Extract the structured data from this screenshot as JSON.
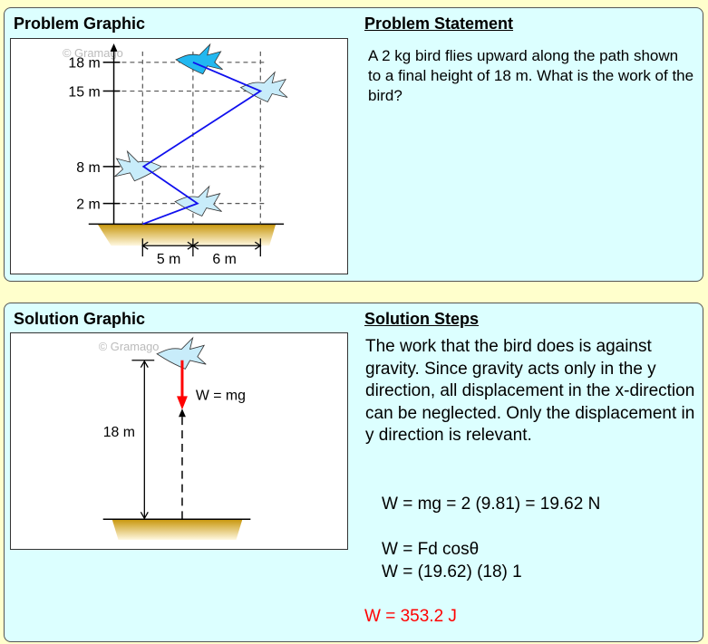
{
  "problem": {
    "graphic_title": "Problem Graphic",
    "statement_title": "Problem Statement",
    "statement": "A 2 kg bird flies upward along the path shown to a final height of 18 m. What is the work of the bird?",
    "watermark": "© Gramago",
    "y_labels": [
      "18 m",
      "15 m",
      "8 m",
      "2 m"
    ],
    "x_labels": [
      "5 m",
      "6 m"
    ]
  },
  "solution": {
    "graphic_title": "Solution Graphic",
    "steps_title": "Solution Steps",
    "watermark": "© Gramago",
    "height_label": "18 m",
    "force_label": "W = mg",
    "explanation": "The work that the bird does is against gravity. Since gravity acts only in the y direction, all displacement in the x-direction can be neglected. Only the displacement in y direction is relevant.",
    "eq1": "W = mg = 2 (9.81) = 19.62 N",
    "eq2": "W = Fd cosθ",
    "eq3": "W = (19.62) (18) 1",
    "answer": "W = 353.2 J",
    "answer_color": "#ff0000"
  }
}
